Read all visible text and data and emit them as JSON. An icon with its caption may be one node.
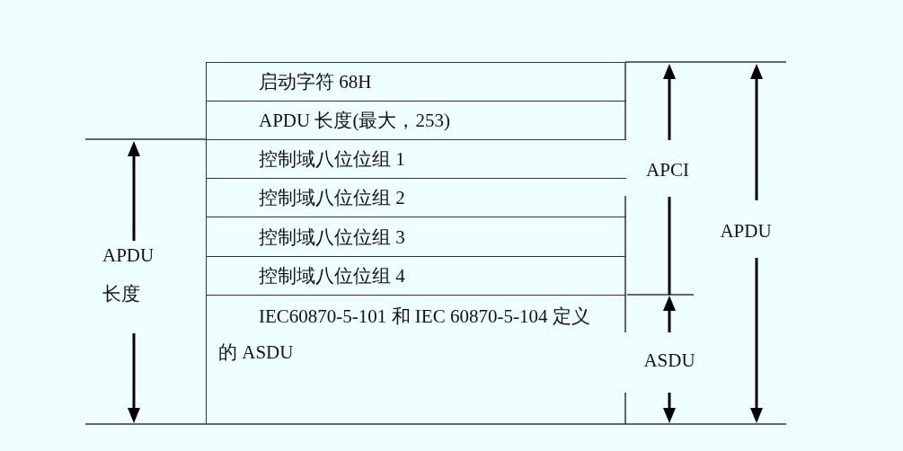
{
  "diagram": {
    "nodes": [
      {
        "text": [
          "启动字符 68H"
        ]
      },
      {
        "text": [
          "APDU 长度(最大，253)"
        ]
      },
      {
        "text": [
          "控制域八位位组 1"
        ]
      },
      {
        "text": [
          "控制域八位位组 2"
        ]
      },
      {
        "text": [
          "控制域八位位组 3"
        ]
      },
      {
        "text": [
          "控制域八位位组 4"
        ]
      },
      {
        "text": [
          "IEC60870-5-101 和 IEC 60870-5-104 定义的 ASDU"
        ]
      }
    ],
    "labels": [
      "APDU 长度",
      "APCI",
      "ASDU",
      "APDU"
    ]
  }
}
